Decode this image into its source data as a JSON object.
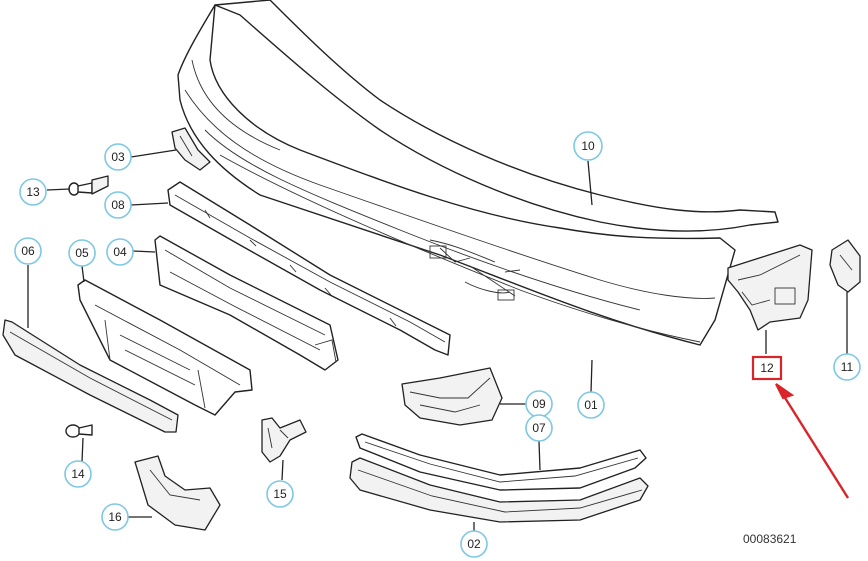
{
  "callouts": {
    "c01": "01",
    "c02": "02",
    "c03": "03",
    "c04": "04",
    "c05": "05",
    "c06": "06",
    "c07": "07",
    "c08": "08",
    "c09": "09",
    "c10": "10",
    "c11": "11",
    "c12": "12",
    "c13": "13",
    "c14": "14",
    "c15": "15",
    "c16": "16"
  },
  "drawing_number": "00083621",
  "highlight": {
    "callout": "12",
    "color": "#d9252a"
  },
  "badge_color": "#7ec8e3"
}
